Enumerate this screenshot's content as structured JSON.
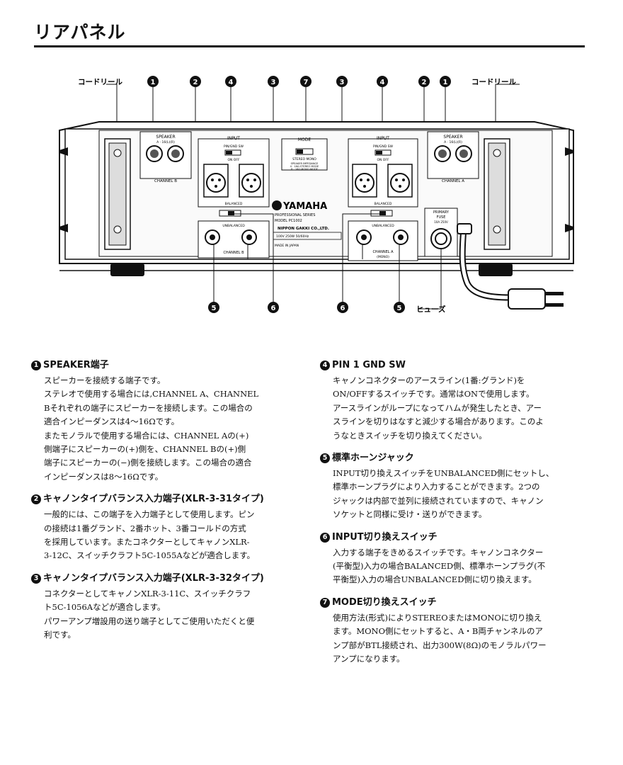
{
  "page": {
    "title": "リアパネル"
  },
  "diagram": {
    "callouts_top": {
      "cord_reel_left": "コードリール",
      "cord_reel_right": "コードリール",
      "numbers": [
        "1",
        "2",
        "4",
        "3",
        "7",
        "3",
        "4",
        "2",
        "1"
      ]
    },
    "callouts_bottom": {
      "numbers": [
        "5",
        "6",
        "6",
        "5"
      ],
      "fuse_label": "ヒューズ"
    },
    "panel": {
      "speaker_label": "SPEAKER",
      "speaker_sub": "A · 16(L)(R)",
      "channel_b": "CHANNEL B",
      "channel_a": "CHANNEL A",
      "input_label": "INPUT",
      "pin_sw": "PIN/GND SW",
      "on_off": "ON   OFF",
      "balanced": "BALANCED",
      "unbalanced": "UNBALANCED",
      "mode_label": "MODE",
      "stereo_mono": "STEREO   MONO",
      "mode_note1": "SPEAKER IMPEDANCE",
      "mode_note2": "4 · 16Ω STEREO MODE",
      "mode_note3": "8 · 16Ω MONO MODE",
      "brand": "YAMAHA",
      "series": "PROFESSIONAL SERIES",
      "model": "MODEL PC1002",
      "maker": "NIPPON GAKKI CO.,LTD.",
      "rating": "100V    250W    50/60Hz",
      "made_in": "MADE IN JAPAN",
      "channel_b2": "CHANNEL B",
      "channel_a2": "CHANNEL A",
      "mono": "(MONO)",
      "primary_fuse": "PRIMARY",
      "fuse": "FUSE",
      "fuse_rating": "10A 250V"
    }
  },
  "sections_left": [
    {
      "num": "1",
      "heading": "SPEAKER端子",
      "lines": [
        "スピーカーを接続する端子です。",
        "ステレオで使用する場合には,CHANNEL A、CHANNEL",
        "Bそれぞれの端子にスピーカーを接続します。この場合の",
        "適合インピーダンスは4～16Ωです。",
        "またモノラルで使用する場合には、CHANNEL Aの(+)",
        "側端子にスピーカーの(+)側を、CHANNEL Bの(+)側",
        "端子にスピーカーの(−)側を接続します。この場合の適合",
        "インピーダンスは8～16Ωです。"
      ]
    },
    {
      "num": "2",
      "heading": "キャノンタイプバランス入力端子(XLR-3-31タイプ)",
      "lines": [
        "一般的には、この端子を入力端子として使用します。ピン",
        "の接続は1番グランド、2番ホット、3番コールドの方式",
        "を採用しています。またコネクターとしてキャノンXLR-",
        "3-12C、スイッチクラフト5C-1055Aなどが適合します。"
      ]
    },
    {
      "num": "3",
      "heading": "キャノンタイプバランス入力端子(XLR-3-32タイプ)",
      "lines": [
        "コネクターとしてキャノンXLR-3-11C、スイッチクラフ",
        "ト5C-1056Aなどが適合します。",
        "パワーアンプ増設用の送り端子としてご使用いただくと便",
        "利です。"
      ]
    }
  ],
  "sections_right": [
    {
      "num": "4",
      "heading": "PIN 1 GND SW",
      "lines": [
        "キャノンコネクターのアースライン(1番:グランド)を",
        "ON/OFFするスイッチです。通常はONで使用します。",
        "アースラインがループになってハムが発生したとき、アー",
        "スラインを切りはなすと減少する場合があります。このよ",
        "うなときスイッチを切り換えてください。"
      ]
    },
    {
      "num": "5",
      "heading": "標準ホーンジャック",
      "lines": [
        "INPUT切り換えスイッチをUNBALANCED側にセットし、",
        "標準ホーンプラグにより入力することができます。2つの",
        "ジャックは内部で並列に接続されていますので、キャノン",
        "ソケットと同様に受け・送りができます。"
      ]
    },
    {
      "num": "6",
      "heading": "INPUT切り換えスイッチ",
      "lines": [
        "入力する端子をきめるスイッチです。キャノンコネクター",
        "(平衡型)入力の場合BALANCED側、標準ホーンプラグ(不",
        "平衡型)入力の場合UNBALANCED側に切り換えます。"
      ]
    },
    {
      "num": "7",
      "heading": "MODE切り換えスイッチ",
      "lines": [
        "使用方法(形式)によりSTEREOまたはMONOに切り換え",
        "ます。MONO側にセットすると、A・B両チャンネルのア",
        "ンプ部がBTL接続され、出力300W(8Ω)のモノラルパワー",
        "アンプになります。"
      ]
    }
  ]
}
